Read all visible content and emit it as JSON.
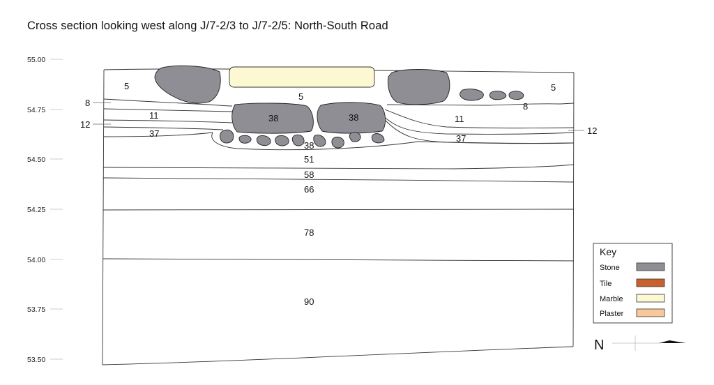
{
  "title": "Cross section looking west along J/7-2/3 to J/7-2/5: North-South Road",
  "elevations": [
    "55.00",
    "54.75",
    "54.50",
    "54.25",
    "54.00",
    "53.75",
    "53.50"
  ],
  "contexts": {
    "c5a": "5",
    "c5b": "5",
    "c5c": "5",
    "c8a": "8",
    "c8b": "8",
    "c11a": "11",
    "c11b": "11",
    "c12a": "12",
    "c12b": "12",
    "c37a": "37",
    "c37b": "37",
    "c38a": "38",
    "c38b": "38",
    "c38c": "38",
    "c51": "51",
    "c58": "58",
    "c66": "66",
    "c78": "78",
    "c90": "90"
  },
  "key": {
    "title": "Key",
    "items": [
      {
        "label": "Stone",
        "color": "#8e8e94"
      },
      {
        "label": "Tile",
        "color": "#c8612e"
      },
      {
        "label": "Marble",
        "color": "#fbf8d2"
      },
      {
        "label": "Plaster",
        "color": "#f6c89a"
      }
    ]
  },
  "north_label": "N"
}
